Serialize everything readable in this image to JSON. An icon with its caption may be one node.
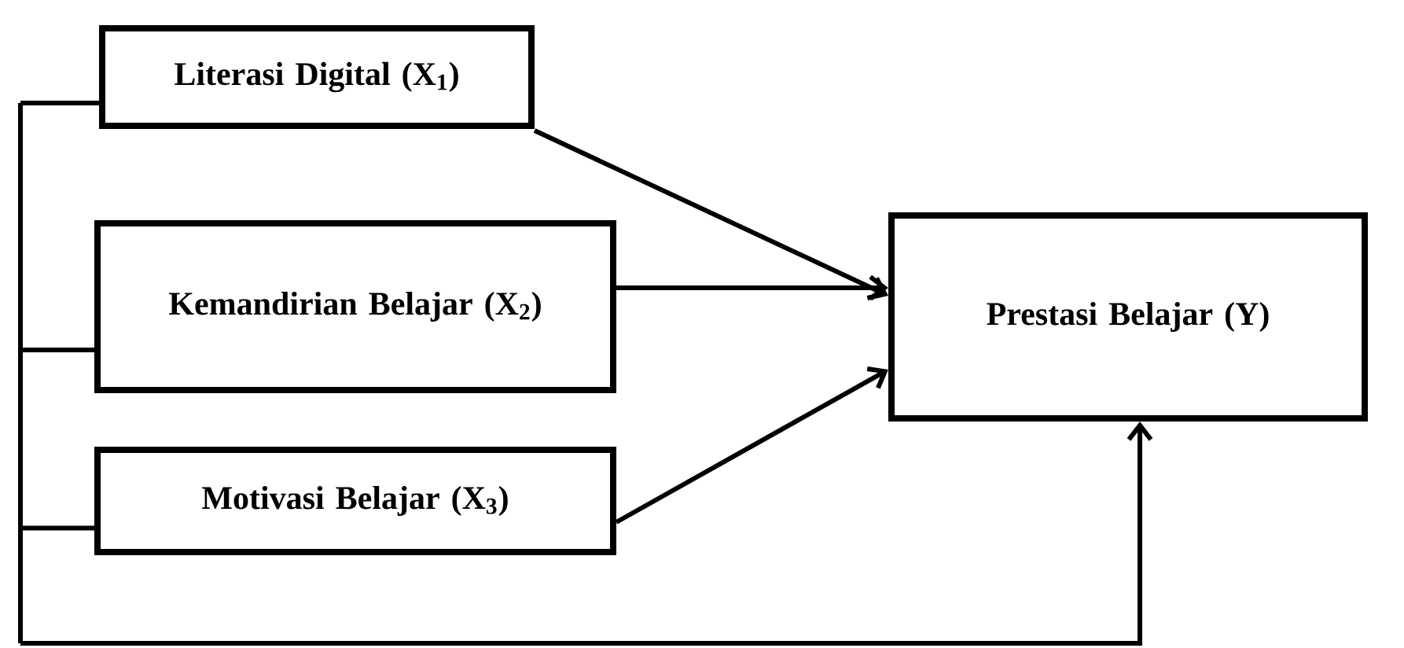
{
  "diagram": {
    "nodes": [
      {
        "text": [
          "Literasi Digital (X$_{1}$)"
        ]
      },
      {
        "text": [
          "Kemandirian Belajar (X$_{2}$)"
        ]
      },
      {
        "text": [
          "Motivasi Belajar (X$_{3}$)"
        ]
      },
      {
        "text": [
          "Prestasi Belajar (Y)"
        ]
      }
    ],
    "edges": [
      {
        "from": 0,
        "to": 3,
        "arrow": "to"
      },
      {
        "from": 1,
        "to": 3,
        "arrow": "to"
      },
      {
        "from": 2,
        "to": 3,
        "arrow": "to"
      },
      {
        "from": 0,
        "to": 3,
        "arrow": "to"
      },
      {
        "from": 1,
        "to": 3,
        "arrow": "to"
      },
      {
        "from": 2,
        "to": 3,
        "arrow": "to"
      }
    ]
  }
}
